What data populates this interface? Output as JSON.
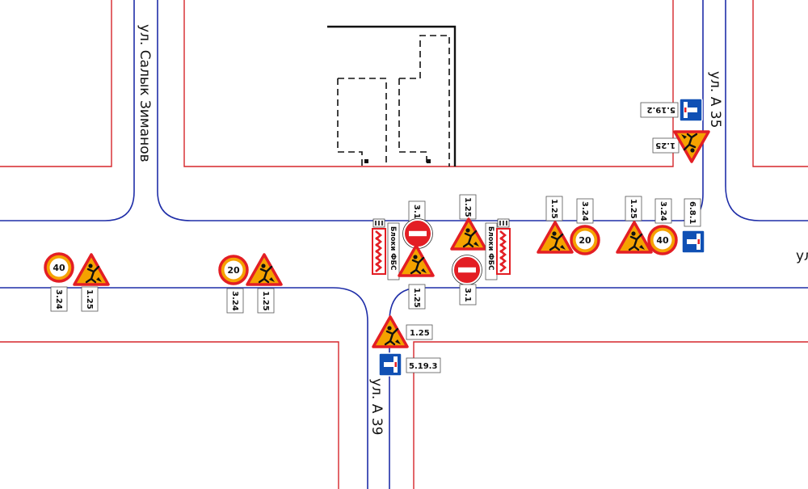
{
  "streets": {
    "salyk_zimanov": "ул. Салык Зиманов",
    "a35": "ул. А 35",
    "a39": "ул. А 39",
    "right_partial": "ул"
  },
  "sign_codes": {
    "road_works": "1.25",
    "no_entry": "3.1",
    "speed_limit": "3.24",
    "dead_end_right": "5.19.2",
    "dead_end_bottom": "5.19.3",
    "dead_end_mid": "6.8.1"
  },
  "speed_values": {
    "forty": "40",
    "twenty": "20"
  },
  "barrier": {
    "label": "Блоки ФБС"
  },
  "colors": {
    "property_line": "#d6262b",
    "road_edge": "#1f2ea8",
    "sign_orange": "#f5a200",
    "sign_red": "#e31e24",
    "sign_blue": "#1050b4"
  }
}
